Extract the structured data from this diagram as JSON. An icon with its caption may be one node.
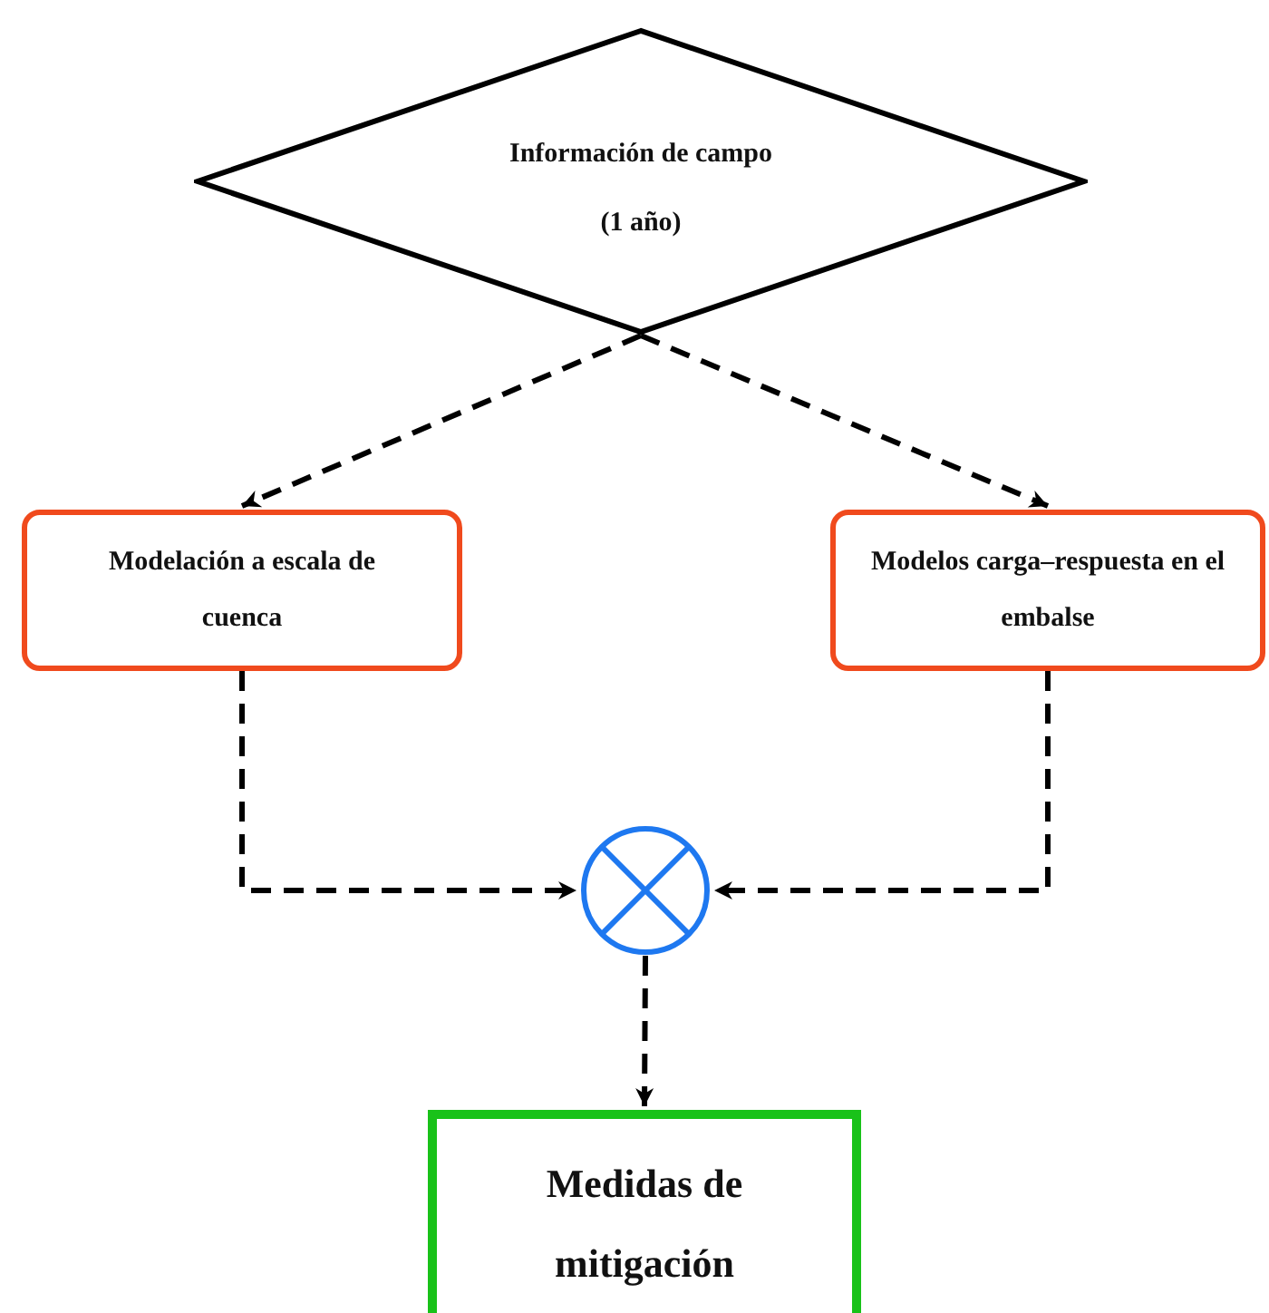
{
  "diagram": {
    "nodes": [
      {
        "text": [
          "Información de campo",
          "(1 año)"
        ]
      },
      {
        "text": [
          "Modelación a escala de cuenca"
        ]
      },
      {
        "text": [
          "Modelos carga–respuesta en el embalse"
        ]
      },
      {
        "text": [],
        "shape": "circle"
      },
      {
        "text": [
          "Medidas de mitigación"
        ]
      }
    ],
    "edges": [
      {
        "from": 0,
        "to": 1,
        "arrow": "to",
        "style": "dashed"
      },
      {
        "from": 0,
        "to": 2,
        "arrow": "to",
        "style": "dashed"
      },
      {
        "from": 1,
        "to": 3,
        "arrow": "to",
        "style": "dashed"
      },
      {
        "from": 2,
        "to": 3,
        "arrow": "to",
        "style": "dashed"
      },
      {
        "from": 3,
        "to": 4,
        "arrow": "to",
        "style": "dashed"
      }
    ]
  }
}
